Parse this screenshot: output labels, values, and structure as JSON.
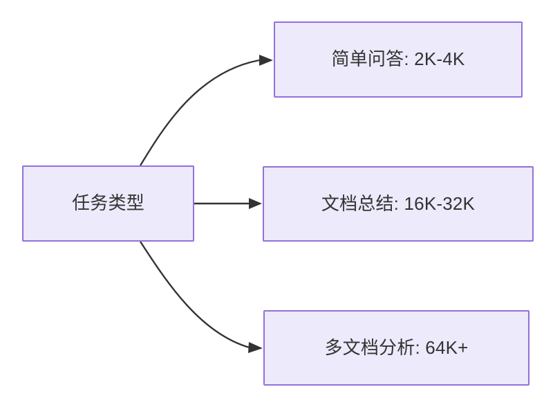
{
  "diagram": {
    "type": "flowchart-left-to-right",
    "background_color": "#ffffff",
    "node_fill_color": "#ECEAFB",
    "node_border_color": "#9370DB",
    "node_text_color": "#333333",
    "edge_color": "#333333",
    "root": {
      "label": "任务类型"
    },
    "branches": [
      {
        "label": "简单问答: 2K-4K"
      },
      {
        "label": "文档总结: 16K-32K"
      },
      {
        "label": "多文档分析: 64K+"
      }
    ]
  }
}
